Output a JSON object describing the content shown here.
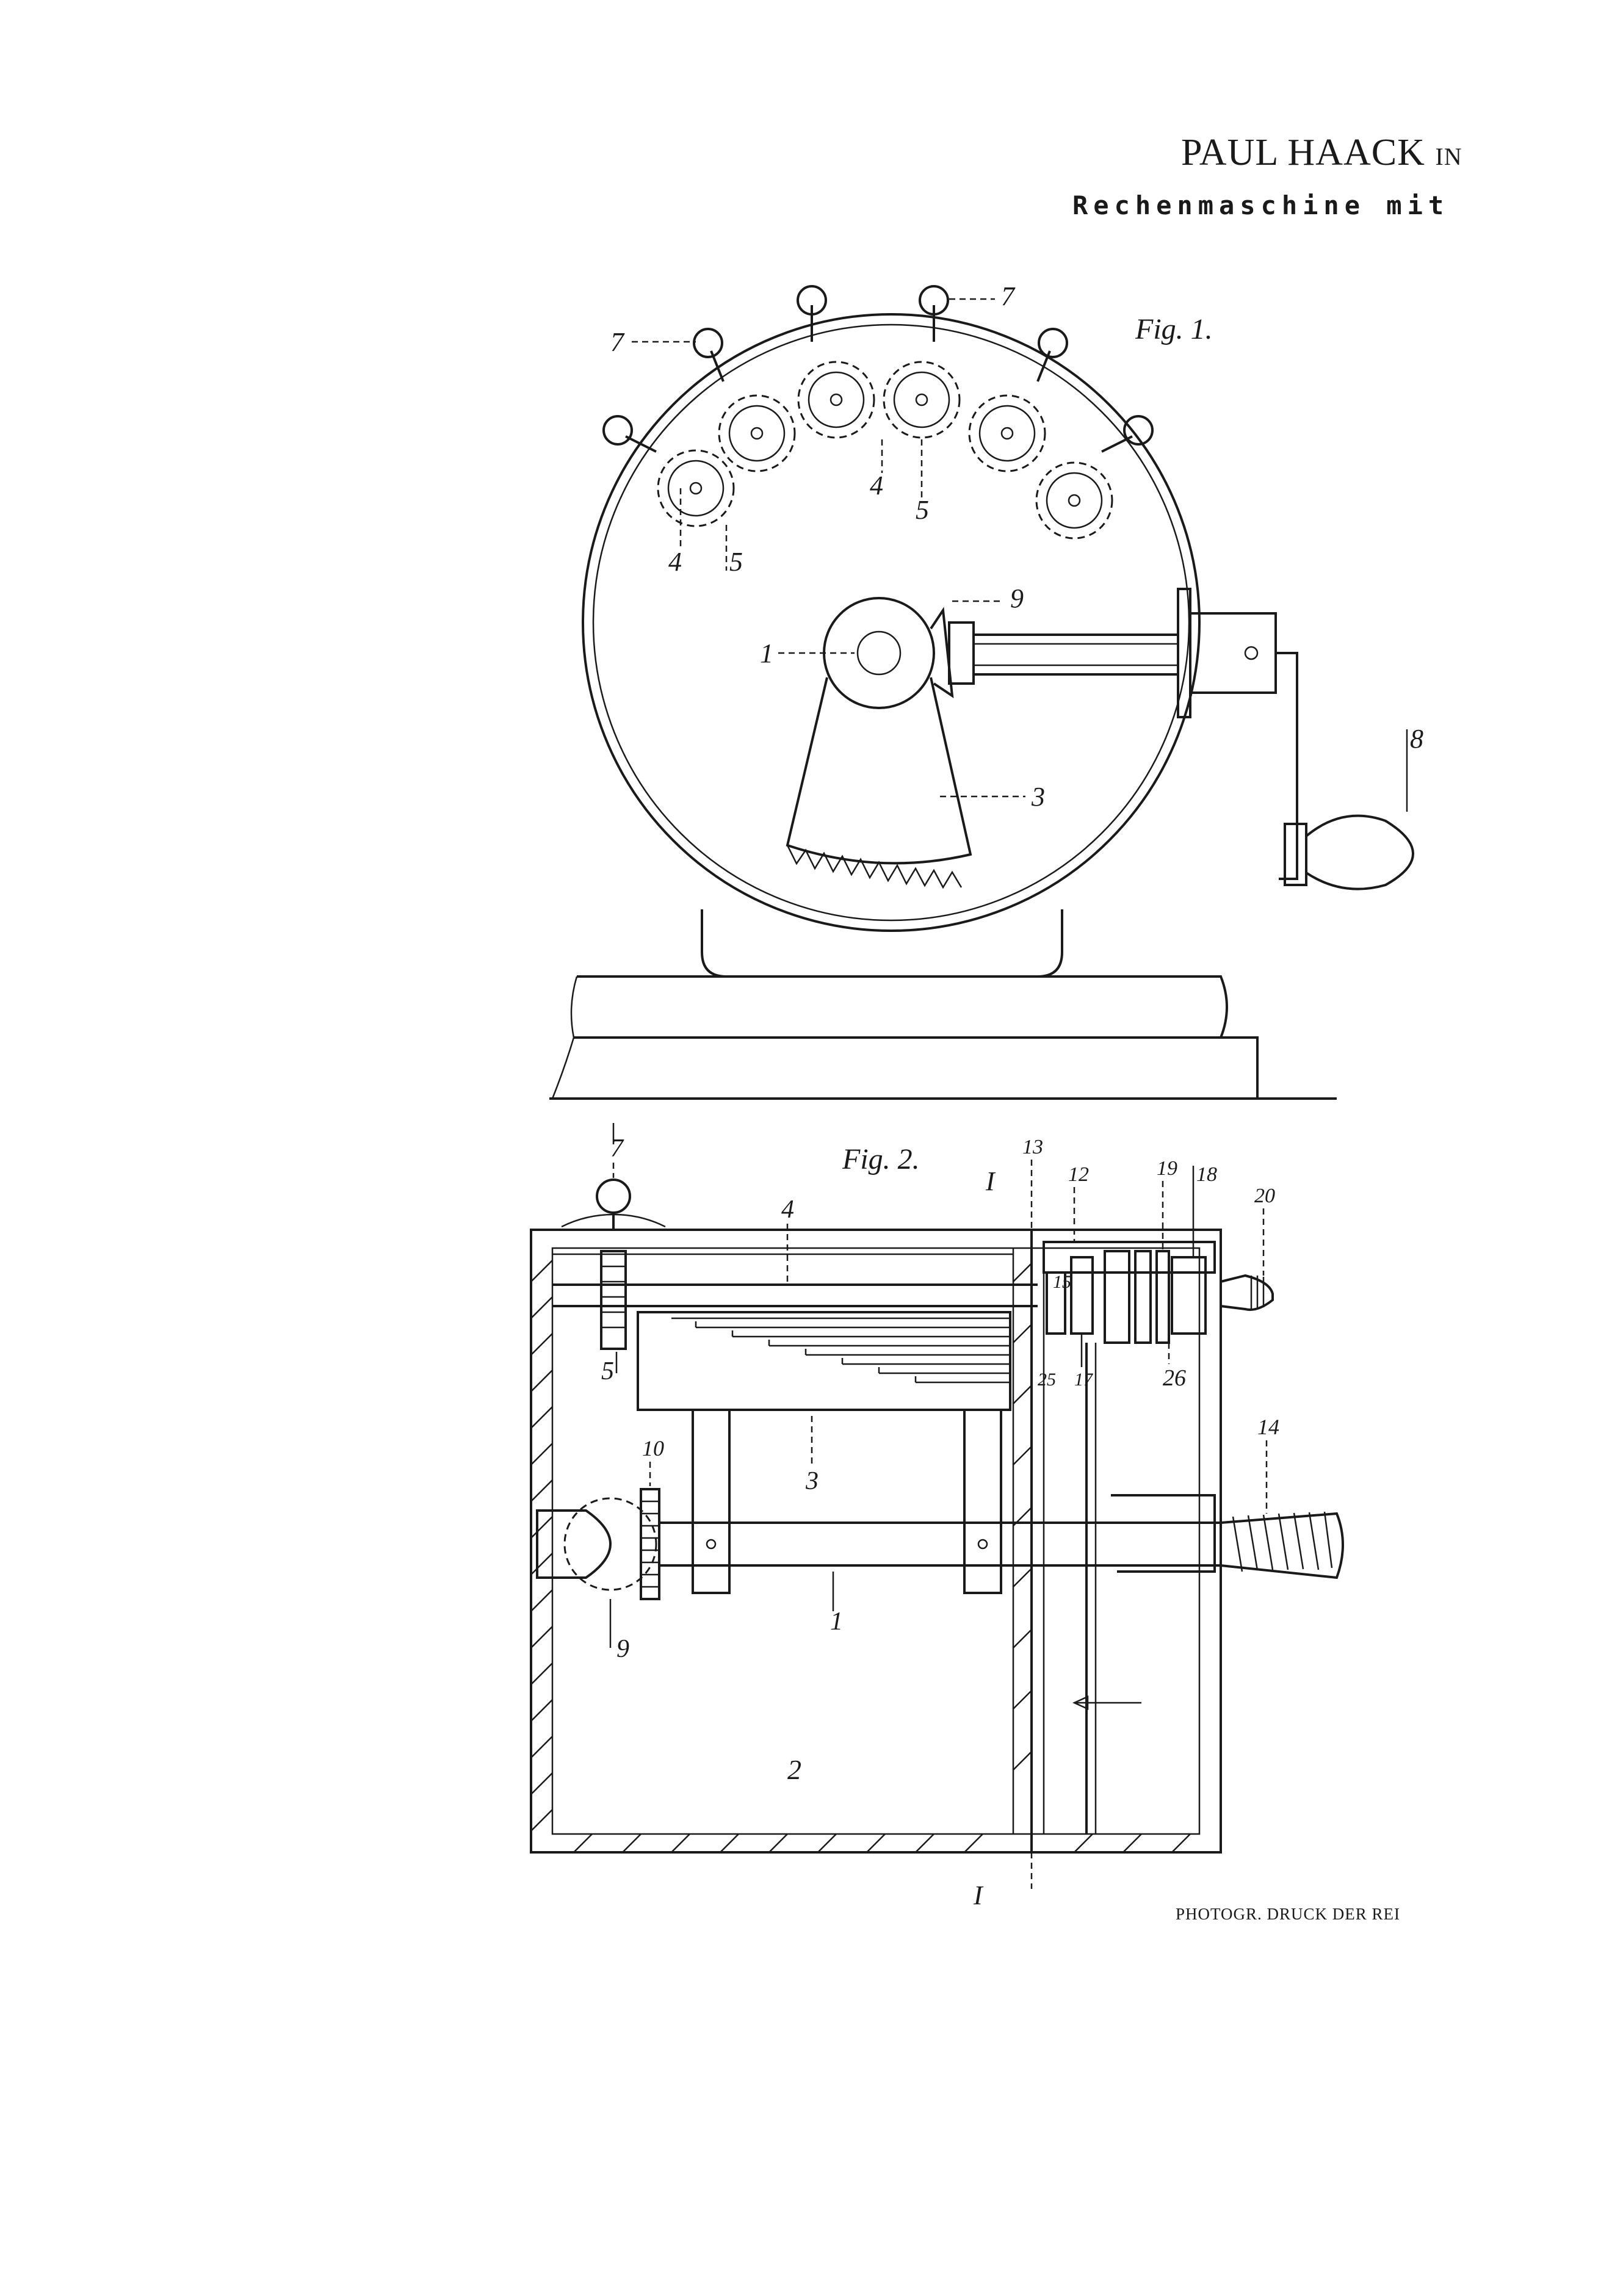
{
  "header": {
    "name": "PAUL HAACK",
    "name_suffix": "IN",
    "title": "Rechenmaschine mit"
  },
  "figures": {
    "fig1": {
      "caption": "Fig. 1.",
      "labels": {
        "l1": "1",
        "l3": "3",
        "l4a": "4",
        "l4b": "4",
        "l5a": "5",
        "l5b": "5",
        "l7a": "7",
        "l7b": "7",
        "l8": "8",
        "l9": "9"
      }
    },
    "fig2": {
      "caption": "Fig. 2.",
      "labels": {
        "l1": "1",
        "l2": "2",
        "l3": "3",
        "l4": "4",
        "l5": "5",
        "l7": "7",
        "l9": "9",
        "l10": "10",
        "l12": "12",
        "l13": "13",
        "l14": "14",
        "l15": "15",
        "l17": "17",
        "l18": "18",
        "l19": "19",
        "l20": "20",
        "l25": "25",
        "l26": "26",
        "lI_top": "I",
        "lI_bot": "I"
      }
    }
  },
  "footer": {
    "text": "PHOTOGR. DRUCK DER REI"
  }
}
